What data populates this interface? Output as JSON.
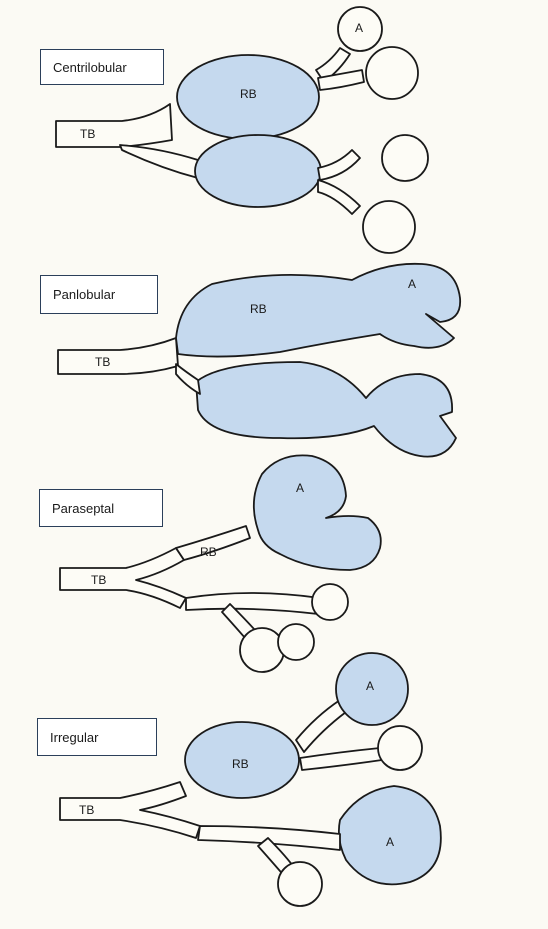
{
  "panels": [
    {
      "title": "Centrilobular",
      "labels": {
        "tb": "TB",
        "rb": "RB",
        "a": "A"
      }
    },
    {
      "title": "Panlobular",
      "labels": {
        "tb": "TB",
        "rb": "RB",
        "a": "A"
      }
    },
    {
      "title": "Paraseptal",
      "labels": {
        "tb": "TB",
        "rb": "RB",
        "a": "A"
      }
    },
    {
      "title": "Irregular",
      "labels": {
        "tb": "TB",
        "rb": "RB",
        "a1": "A",
        "a2": "A"
      }
    }
  ],
  "colors": {
    "shaded": "#c5d9ee",
    "outline": "#1a1a1a",
    "paper": "#fbfaf4",
    "tag_border": "#2b3f5a"
  }
}
